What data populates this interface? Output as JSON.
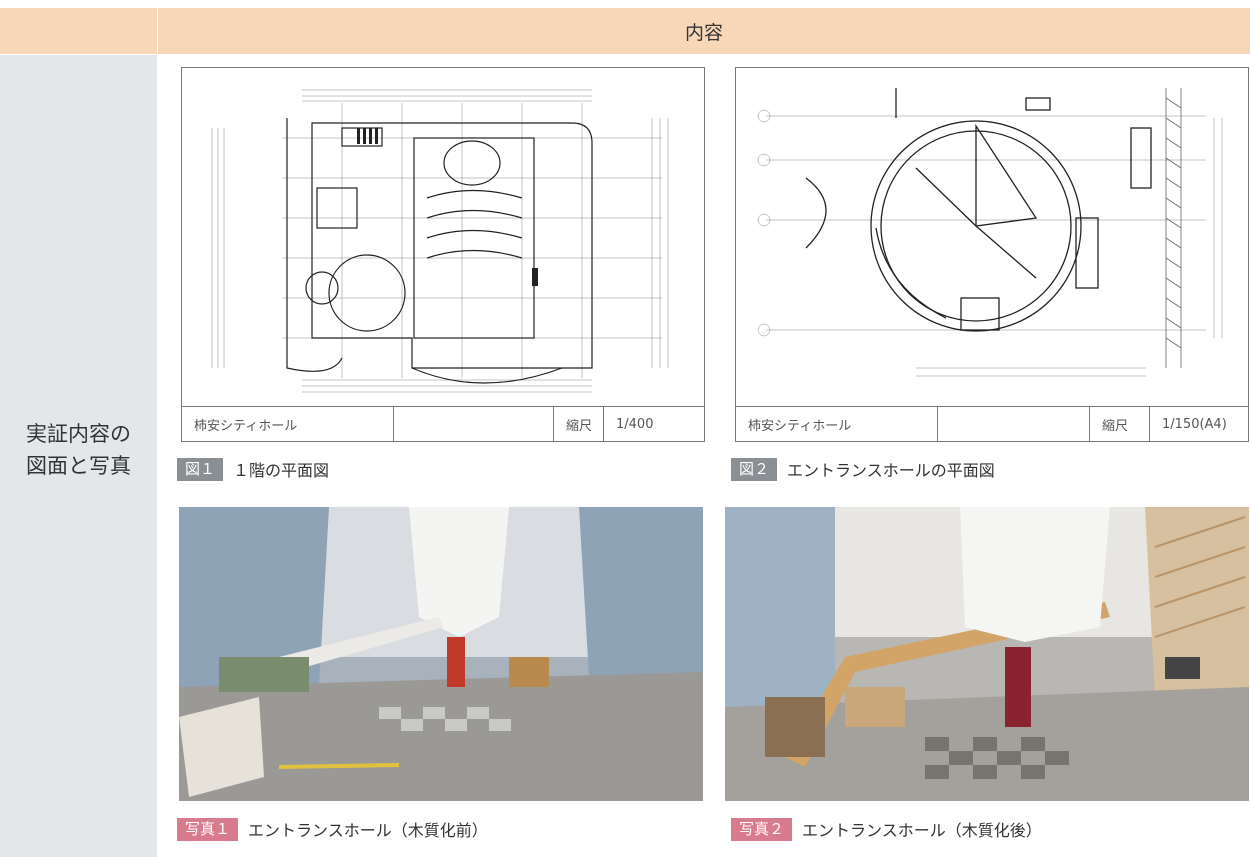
{
  "header": {
    "title": "内容"
  },
  "row": {
    "label_line1": "実証内容の",
    "label_line2": "図面と写真"
  },
  "figures": [
    {
      "tag": "図１",
      "caption": "１階の平面図",
      "title_block": {
        "name": "柿安シティホール",
        "scale_label": "縮尺",
        "scale": "1/400"
      }
    },
    {
      "tag": "図２",
      "caption": "エントランスホールの平面図",
      "title_block": {
        "name": "柿安シティホール",
        "scale_label": "縮尺",
        "scale": "1/150(A4)"
      }
    }
  ],
  "photos": [
    {
      "tag": "写真１",
      "caption": "エントランスホール（木質化前）"
    },
    {
      "tag": "写真２",
      "caption": "エントランスホール（木質化後）"
    }
  ],
  "colors": {
    "header_bg": "#f7d7b8",
    "label_bg": "#e4e7ea",
    "figure_tag": "#8a8f94",
    "photo_tag": "#d87b8e"
  }
}
